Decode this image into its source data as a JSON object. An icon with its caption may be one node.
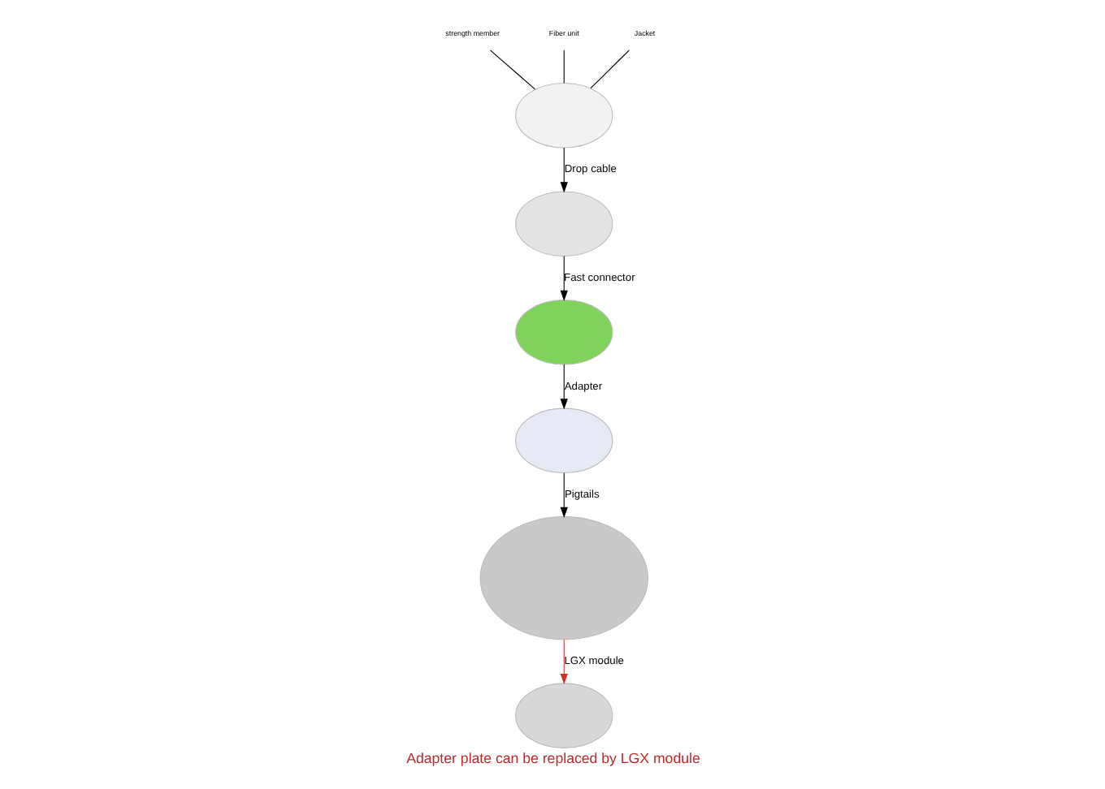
{
  "diagram": {
    "caption": "Adapter plate can be replaced by LGX module",
    "nodes": [
      {
        "text": [],
        "shape": "circle"
      },
      {
        "text": [],
        "shape": "circle"
      },
      {
        "text": [],
        "shape": "circle"
      },
      {
        "text": [],
        "shape": "circle"
      },
      {
        "text": [],
        "shape": "circle"
      },
      {
        "text": [],
        "shape": "circle"
      },
      {
        "text": [
          "strength member"
        ]
      },
      {
        "text": [
          "Fiber unit"
        ]
      },
      {
        "text": [
          "Jacket"
        ]
      }
    ],
    "edges": [
      {
        "from": 0,
        "to": 1,
        "arrow": "to",
        "label": "Drop cable"
      },
      {
        "from": 1,
        "to": 2,
        "arrow": "to",
        "label": "Fast connector"
      },
      {
        "from": 2,
        "to": 3,
        "arrow": "to",
        "label": "Adapter"
      },
      {
        "from": 3,
        "to": 4,
        "arrow": "to",
        "label": "Pigtails"
      },
      {
        "from": 4,
        "to": 5,
        "arrow": "to",
        "label": "LGX module",
        "color": "#d0312d"
      },
      {
        "from": 6,
        "to": 0,
        "arrow": "none"
      },
      {
        "from": 7,
        "to": 0,
        "arrow": "none"
      },
      {
        "from": 8,
        "to": 0,
        "arrow": "none"
      }
    ]
  }
}
